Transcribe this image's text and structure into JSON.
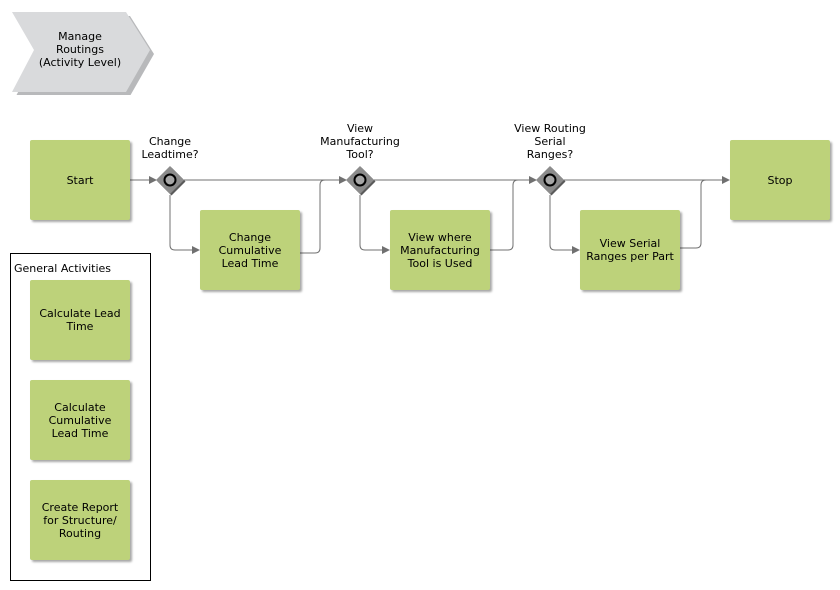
{
  "header": {
    "chevron_label": "Manage\nRoutings\n(Activity Level)"
  },
  "nodes": {
    "start": "Start",
    "stop": "Stop",
    "change_cumulative": "Change\nCumulative\nLead Time",
    "view_where_tool": "View where\nManufacturing\nTool is Used",
    "view_serial": "View Serial\nRanges per Part"
  },
  "decisions": {
    "d1": "Change\nLeadtime?",
    "d2": "View\nManufacturing\nTool?",
    "d3": "View Routing\nSerial\nRanges?"
  },
  "general": {
    "title": "General Activities",
    "items": [
      "Calculate Lead\nTime",
      "Calculate\nCumulative\nLead Time",
      "Create Report\nfor Structure/\nRouting"
    ]
  },
  "colors": {
    "box": "#bdd27a",
    "diamond": "#8c8c8c",
    "line": "#707070",
    "chevron": "#d9dadc"
  }
}
